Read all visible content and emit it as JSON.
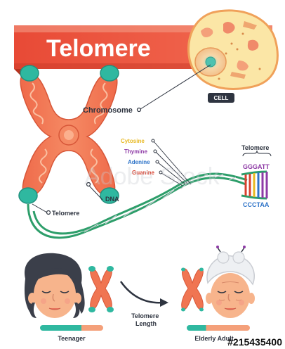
{
  "title": "Telomere",
  "labels": {
    "cell": "CELL",
    "chromosome": "Chromosome",
    "dna": "DNA",
    "telomere_left": "Telomere",
    "telomere_right": "Telomere",
    "telomere_length": "Telomere\nLength",
    "teenager": "Teenager",
    "elderly": "Elderly Adult"
  },
  "bases": [
    {
      "name": "Cytosine",
      "color": "#e8b820"
    },
    {
      "name": "Thymine",
      "color": "#8e3aa6"
    },
    {
      "name": "Adenine",
      "color": "#2f74c8"
    },
    {
      "name": "Guanine",
      "color": "#d8402e"
    }
  ],
  "sequence": {
    "top": "GGGATT",
    "bottom": "CCCTAA"
  },
  "image_id": "#215435400",
  "watermark": "Adobe Stock",
  "colors": {
    "banner": "#e84f3a",
    "banner_light": "#f08a76",
    "chromosome": "#f07552",
    "teal": "#2fb8a0",
    "dna_green": "#2d9e6a",
    "dark": "#2e3440"
  }
}
